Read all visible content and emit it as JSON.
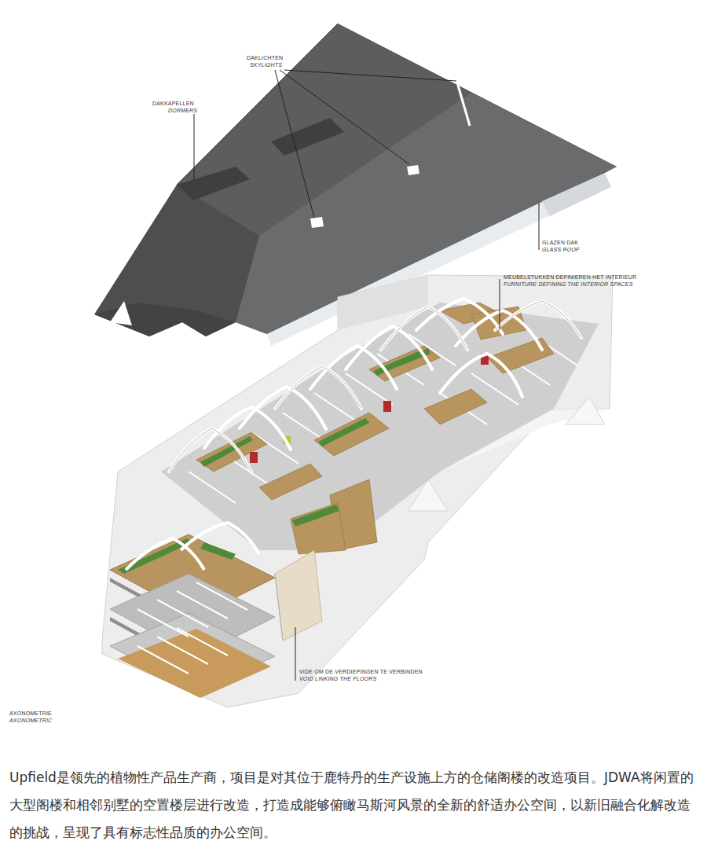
{
  "diagram": {
    "caption": "Upfield是领先的植物性产品生产商，项目是对其位于鹿特丹的生产设施上方的仓储阁楼的改造项目。JDWA将闲置的大型阁楼和相邻别墅的空置楼层进行改造，打造成能够俯瞰马斯河风景的全新的舒适办公空间，以新旧融合化解改造的挑战，呈现了具有标志性品质的办公空间。",
    "labels": [
      "DAKLICHTEN",
      "SKYLIGHTS",
      "DAKKAPELLEN",
      "DORMERS",
      "GLAZEN DAK",
      "GLASS ROOF",
      "MEUBELSTUKKEN DEFINIEREN HET INTERIEUR",
      "FURNITURE DEFINING THE INTERIOR SPACES",
      "VIDE OM DE VERDIEPINGEN TE VERBINDEN",
      "VOID LINKING THE FLOORS",
      "AXONOMETRIE",
      "AXONOMETRIC"
    ]
  }
}
